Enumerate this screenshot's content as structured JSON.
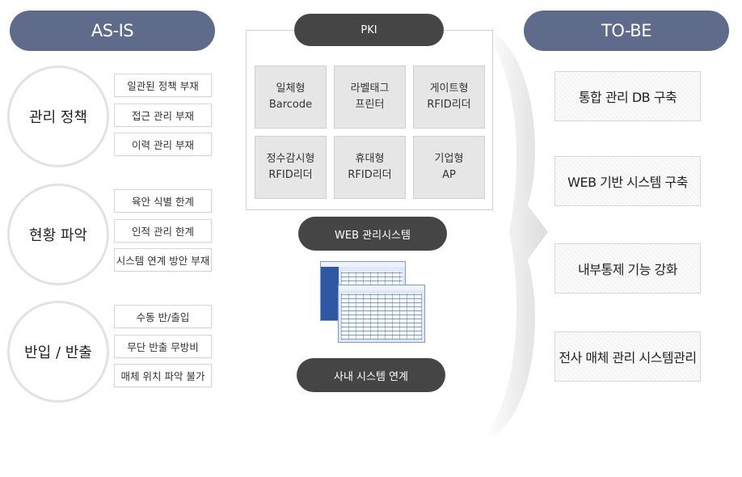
{
  "asis": {
    "title": "AS-IS",
    "groups": [
      {
        "label": "관리 정책",
        "items": [
          "일관된 정책 부재",
          "접근 관리 부재",
          "이력 관리 부재"
        ]
      },
      {
        "label": "현황 파악",
        "items": [
          "육안 식별 한계",
          "인적 관리 한계",
          "시스템 연계 방안 부재"
        ]
      },
      {
        "label": "반입 / 반출",
        "items": [
          "수동 반/출입",
          "무단 반출 무방비",
          "매체 위치 파악 불가"
        ]
      }
    ]
  },
  "center": {
    "pki_label": "PKI",
    "devices": [
      {
        "line1": "일체형",
        "line2": "Barcode"
      },
      {
        "line1": "라벨태그",
        "line2": "프린터"
      },
      {
        "line1": "게이트형",
        "line2": "RFID리더"
      },
      {
        "line1": "정수감시형",
        "line2": "RFID리더"
      },
      {
        "line1": "휴대형",
        "line2": "RFID리더"
      },
      {
        "line1": "기업형",
        "line2": "AP"
      }
    ],
    "web_label": "WEB 관리시스템",
    "link_label": "사내 시스템 연계"
  },
  "tobe": {
    "title": "TO-BE",
    "items": [
      "통합 관리 DB 구축",
      "WEB 기반 시스템 구축",
      "내부통제 기능 강화",
      "전사 매체 관리 시스템관리"
    ]
  },
  "colors": {
    "pill_blue": "#5f6b8a",
    "pill_dark": "#454545",
    "cell_bg": "#e6e6e6"
  }
}
